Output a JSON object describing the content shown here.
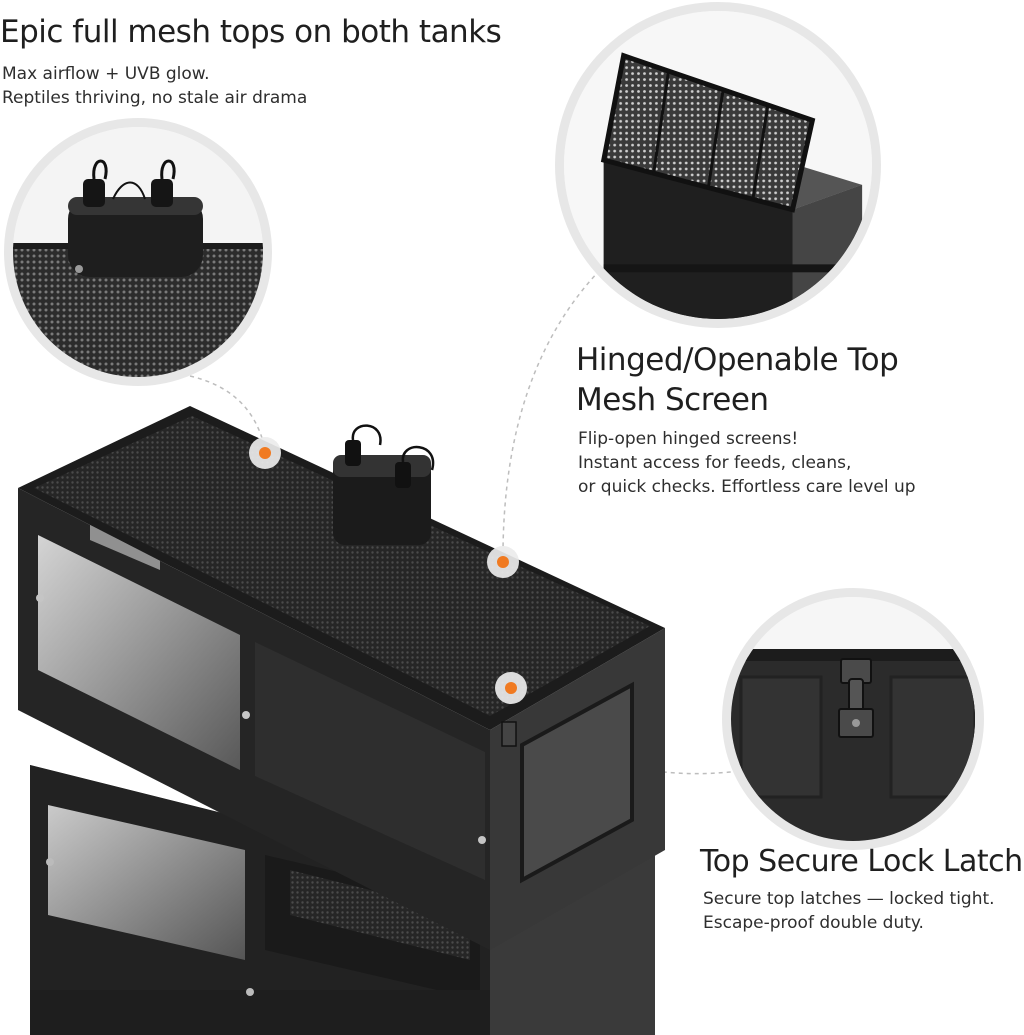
{
  "features": {
    "mesh": {
      "title": "Epic full mesh tops on both tanks",
      "lines": [
        "Max airflow + UVB glow.",
        "Reptiles thriving, no stale air drama"
      ]
    },
    "hinged": {
      "title_lines": [
        "Hinged/Openable Top",
        "Mesh Screen"
      ],
      "lines": [
        "Flip-open hinged screens!",
        "Instant access for feeds, cleans,",
        "or quick checks. Effortless care level up"
      ]
    },
    "latch": {
      "title": "Top Secure Lock Latch",
      "lines": [
        "Secure top latches — locked tight.",
        "Escape-proof double duty."
      ]
    }
  },
  "colors": {
    "accent": "#f07a21",
    "cabinet": "#262626",
    "ring": "#e7e7e7"
  }
}
